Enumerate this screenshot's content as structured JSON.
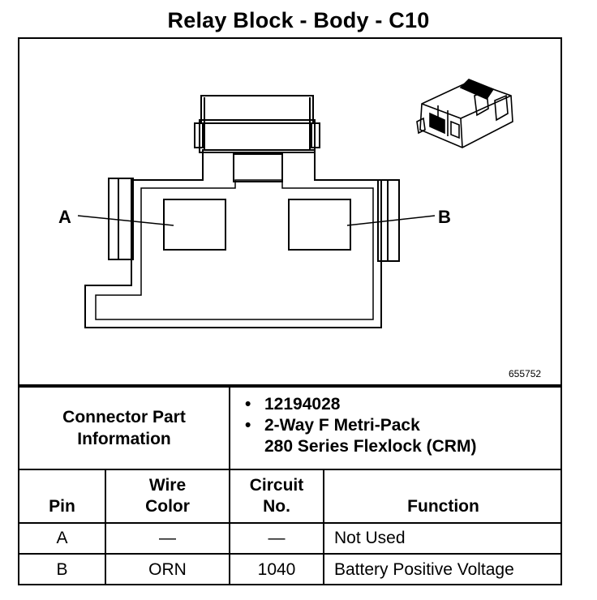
{
  "title": "Relay Block - Body - C10",
  "figure_number": "655752",
  "pin_labels": {
    "a": "A",
    "b": "B"
  },
  "connector_part_info": {
    "label_line1": "Connector Part",
    "label_line2": "Information",
    "items": [
      "12194028",
      "2-Way F Metri-Pack",
      "280 Series Flexlock (CRM)"
    ]
  },
  "table": {
    "headers": {
      "pin": "Pin",
      "wire_color_line1": "Wire",
      "wire_color_line2": "Color",
      "circuit_line1": "Circuit",
      "circuit_line2": "No.",
      "function": "Function"
    },
    "rows": [
      {
        "pin": "A",
        "wire_color": "—",
        "circuit": "—",
        "function": "Not Used"
      },
      {
        "pin": "B",
        "wire_color": "ORN",
        "circuit": "1040",
        "function": "Battery Positive Voltage"
      }
    ]
  }
}
